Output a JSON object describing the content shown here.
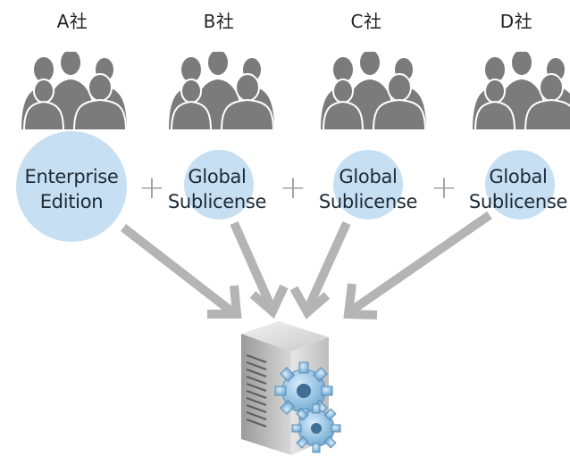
{
  "companies": [
    {
      "label": "A社"
    },
    {
      "label": "B社"
    },
    {
      "label": "C社"
    },
    {
      "label": "D社"
    }
  ],
  "licenses": [
    {
      "line1": "Enterprise",
      "line2": "Edition"
    },
    {
      "line1": "Global",
      "line2": "Sublicense"
    },
    {
      "line1": "Global",
      "line2": "Sublicense"
    },
    {
      "line1": "Global",
      "line2": "Sublicense"
    }
  ],
  "plus_sign": "+",
  "icons": {
    "people": "people-group-icon",
    "server": "server-with-gears-icon",
    "arrow": "arrow-icon"
  },
  "colors": {
    "circle_fill": "#c6dff2",
    "people_fill": "#7b7b7b",
    "arrow": "#b4b4b4",
    "gear": "#8fc0e0"
  }
}
